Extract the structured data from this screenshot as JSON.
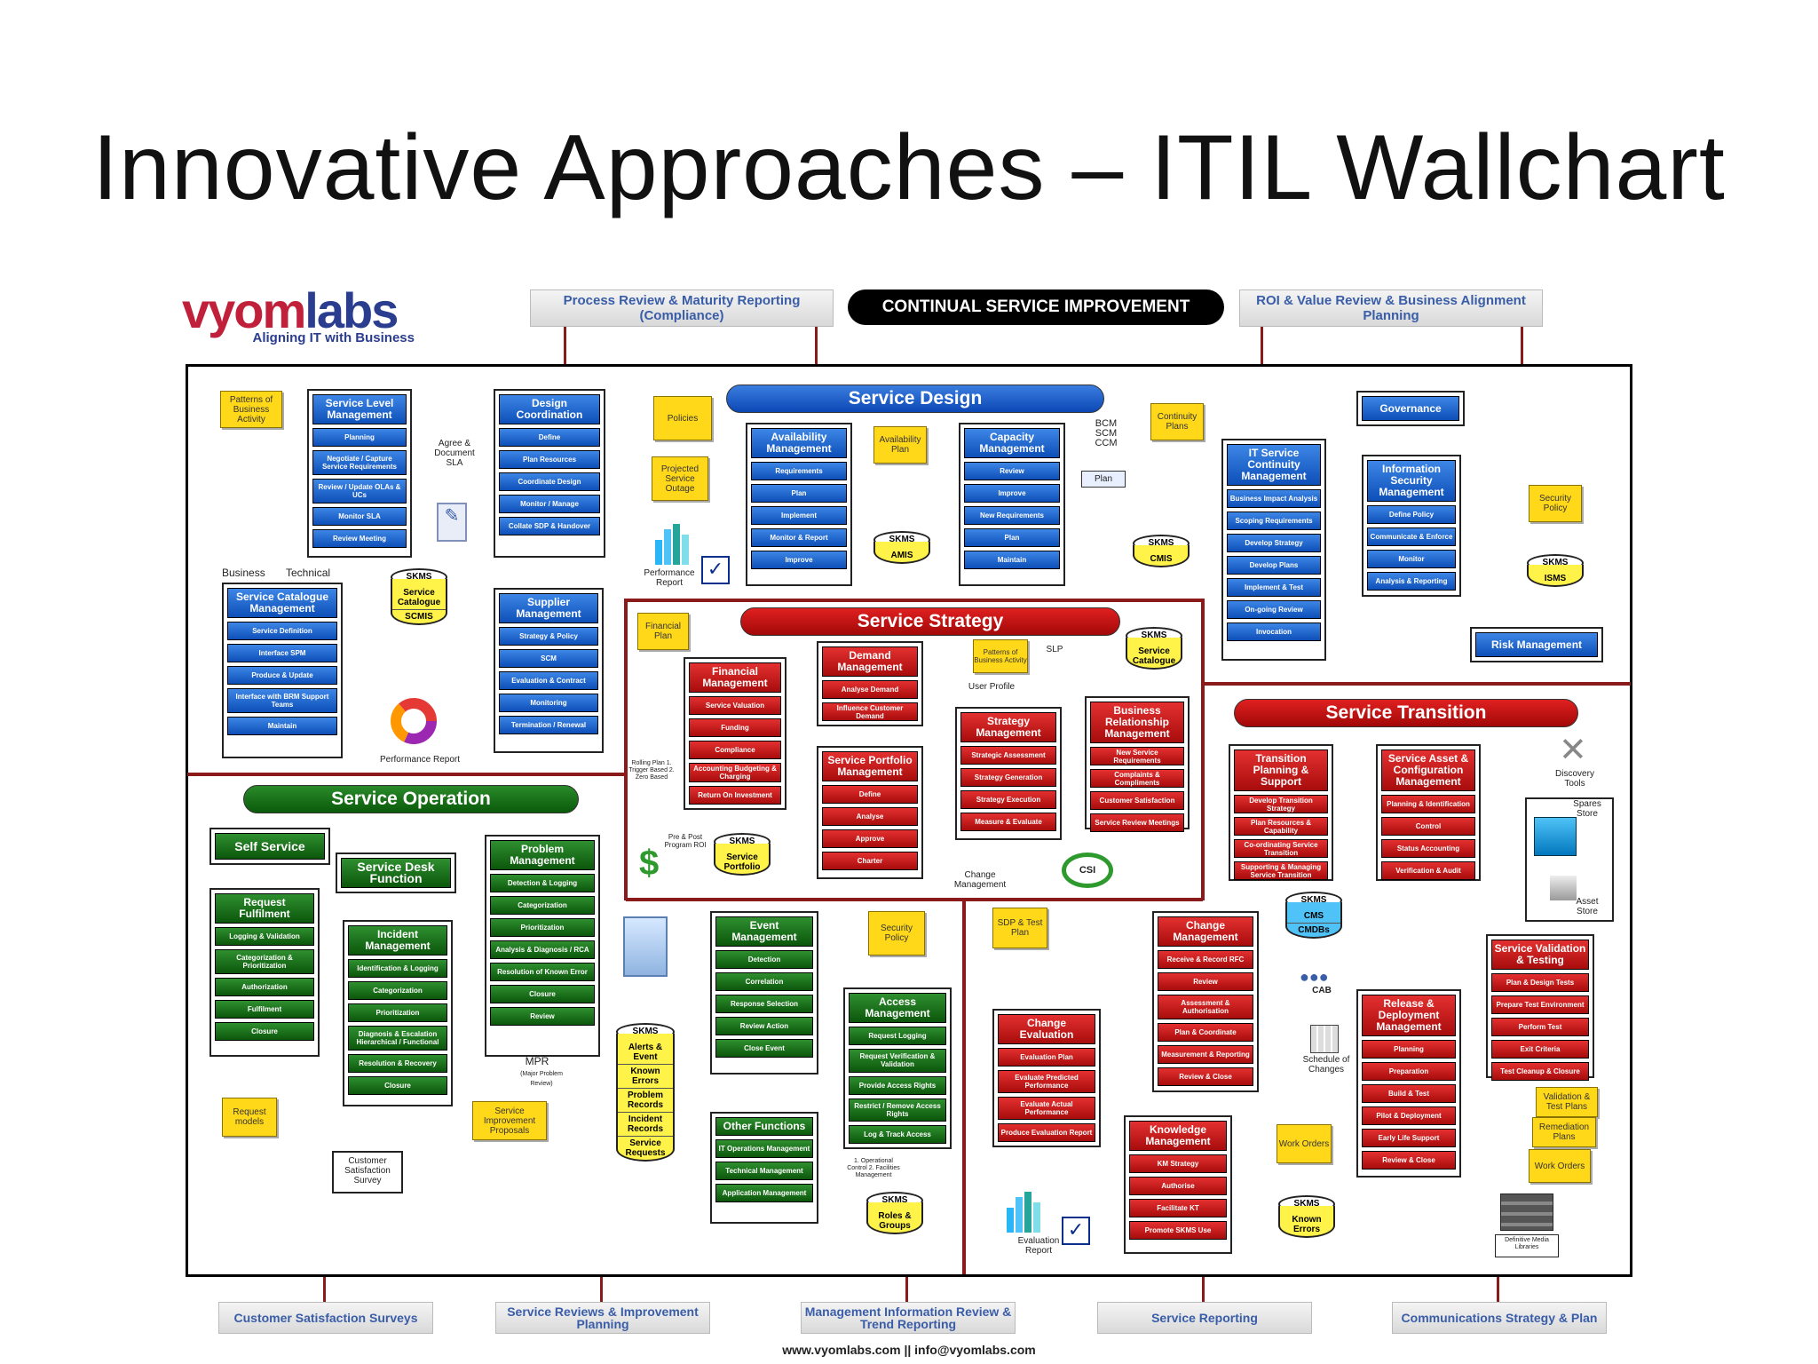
{
  "title": "Innovative Approaches – ITIL Wallchart",
  "logo": {
    "brand_a": "vy",
    "brand_b": "om",
    "brand_c": "labs",
    "tagline": "Aligning IT with Business"
  },
  "top_bars": {
    "process_review": "Process Review & Maturity Reporting (Compliance)",
    "csi": "CONTINUAL SERVICE IMPROVEMENT",
    "roi": "ROI & Value Review & Business Alignment Planning"
  },
  "sections": {
    "design": "Service Design",
    "strategy": "Service Strategy",
    "operation": "Service Operation",
    "transition": "Service Transition"
  },
  "processes": {
    "slm": {
      "title": "Service Level Management",
      "items": [
        "Planning",
        "Negotiate / Capture Service Requirements",
        "Review / Update OLAs & UCs",
        "Monitor SLA",
        "Review Meeting"
      ]
    },
    "design_coord": {
      "title": "Design Coordination",
      "items": [
        "Define",
        "Plan Resources",
        "Coordinate Design",
        "Monitor / Manage",
        "Collate SDP & Handover"
      ]
    },
    "availability": {
      "title": "Availability Management",
      "items": [
        "Requirements",
        "Plan",
        "Implement",
        "Monitor & Report",
        "Improve"
      ]
    },
    "capacity": {
      "title": "Capacity Management",
      "items": [
        "Review",
        "Improve",
        "New Requirements",
        "Plan",
        "Maintain"
      ]
    },
    "itscm": {
      "title": "IT Service Continuity Management",
      "items": [
        "Business Impact Analysis",
        "Scoping Requirements",
        "Develop Strategy",
        "Develop Plans",
        "Implement & Test",
        "On-going Review",
        "Invocation"
      ]
    },
    "infosec": {
      "title": "Information Security Management",
      "items": [
        "Define Policy",
        "Communicate & Enforce",
        "Monitor",
        "Analysis & Reporting"
      ]
    },
    "catalogue": {
      "title": "Service Catalogue Management",
      "items": [
        "Service Definition",
        "Interface SPM",
        "Produce & Update",
        "Interface with BRM Support Teams",
        "Maintain"
      ]
    },
    "supplier": {
      "title": "Supplier Management",
      "items": [
        "Strategy & Policy",
        "SCM",
        "Evaluation & Contract",
        "Monitoring",
        "Termination / Renewal"
      ]
    },
    "financial": {
      "title": "Financial Management",
      "items": [
        "Service Valuation",
        "Funding",
        "Compliance",
        "Accounting Budgeting & Charging",
        "Return On Investment"
      ]
    },
    "demand": {
      "title": "Demand Management",
      "items": [
        "Analyse Demand",
        "Influence Customer Demand"
      ]
    },
    "portfolio": {
      "title": "Service Portfolio Management",
      "items": [
        "Define",
        "Analyse",
        "Approve",
        "Charter"
      ]
    },
    "strategy_mgmt": {
      "title": "Strategy Management",
      "items": [
        "Strategic Assessment",
        "Strategy Generation",
        "Strategy Execution",
        "Measure & Evaluate"
      ]
    },
    "brm": {
      "title": "Business Relationship Management",
      "items": [
        "New Service Requirements",
        "Complaints & Compliments",
        "Customer Satisfaction",
        "Service Review Meetings"
      ]
    },
    "request": {
      "title": "Request Fulfilment",
      "items": [
        "Logging & Validation",
        "Categorization & Prioritization",
        "Authorization",
        "Fulfilment",
        "Closure"
      ]
    },
    "incident": {
      "title": "Incident Management",
      "items": [
        "Identification & Logging",
        "Categorization",
        "Prioritization",
        "Diagnosis & Escalation Hierarchical / Functional",
        "Resolution & Recovery",
        "Closure"
      ]
    },
    "problem": {
      "title": "Problem Management",
      "items": [
        "Detection & Logging",
        "Categorization",
        "Prioritization",
        "Analysis & Diagnosis / RCA",
        "Resolution of Known Error",
        "Closure",
        "Review"
      ]
    },
    "event": {
      "title": "Event Management",
      "items": [
        "Detection",
        "Correlation",
        "Response Selection",
        "Review Action",
        "Close Event"
      ]
    },
    "access": {
      "title": "Access Management",
      "items": [
        "Request Logging",
        "Request Verification & Validation",
        "Provide Access Rights",
        "Restrict / Remove Access Rights",
        "Log & Track Access"
      ]
    },
    "other": {
      "title": "Other Functions",
      "items": [
        "IT Operations Management",
        "Technical Management",
        "Application Management"
      ]
    },
    "tpsp": {
      "title": "Transition Planning & Support",
      "items": [
        "Develop Transition Strategy",
        "Plan Resources & Capability",
        "Co-ordinating Service Transition",
        "Supporting & Managing Service Transition"
      ]
    },
    "sacm": {
      "title": "Service Asset & Configuration Management",
      "items": [
        "Planning & Identification",
        "Control",
        "Status Accounting",
        "Verification & Audit"
      ]
    },
    "change": {
      "title": "Change Management",
      "items": [
        "Receive & Record RFC",
        "Review",
        "Assessment & Authorisation",
        "Plan & Coordinate",
        "Measurement & Reporting",
        "Review & Close"
      ]
    },
    "change_eval": {
      "title": "Change Evaluation",
      "items": [
        "Evaluation Plan",
        "Evaluate Predicted Performance",
        "Evaluate Actual Performance",
        "Produce Evaluation Report"
      ]
    },
    "knowledge": {
      "title": "Knowledge Management",
      "items": [
        "KM Strategy",
        "Authorise",
        "Facilitate KT",
        "Promote SKMS Use"
      ]
    },
    "release": {
      "title": "Release & Deployment Management",
      "items": [
        "Planning",
        "Preparation",
        "Build & Test",
        "Pilot & Deployment",
        "Early Life Support",
        "Review & Close"
      ]
    },
    "validation": {
      "title": "Service Validation & Testing",
      "items": [
        "Plan & Design Tests",
        "Prepare Test Environment",
        "Perform Test",
        "Exit Criteria",
        "Test Cleanup & Closure"
      ]
    }
  },
  "single_boxes": {
    "governance": "Governance",
    "risk": "Risk Management",
    "self_service": "Self Service",
    "service_desk": "Service Desk Function"
  },
  "notes": {
    "patterns": "Patterns of Business Activity",
    "policies": "Policies",
    "projected": "Projected Service Outage",
    "avail_plan": "Availability Plan",
    "continuity": "Continuity Plans",
    "security_policy_1": "Security Policy",
    "financial_plan": "Financial Plan",
    "request_models": "Request models",
    "sip": "Service Improvement Proposals",
    "security_policy_2": "Security Policy",
    "sdp": "SDP & Test Plan",
    "work_orders_1": "Work Orders",
    "validation_plans": "Validation & Test Plans",
    "remediation": "Remediation Plans",
    "work_orders_2": "Work Orders"
  },
  "databases": {
    "db1": {
      "head": "SKMS",
      "rows": [
        "Service Catalogue",
        "SCMIS"
      ]
    },
    "db2": {
      "head": "SKMS",
      "rows": [
        "AMIS"
      ]
    },
    "db3": {
      "head": "SKMS",
      "rows": [
        "CMIS"
      ]
    },
    "db4": {
      "head": "SKMS",
      "rows": [
        "ISMS"
      ]
    },
    "db5": {
      "head": "SKMS",
      "rows": [
        "Service Catalogue"
      ]
    },
    "db6": {
      "head": "SKMS",
      "rows": [
        "Service Portfolio"
      ]
    },
    "db7": {
      "head": "SKMS",
      "rows": [
        "Alerts & Event",
        "Known Errors",
        "Problem Records",
        "Incident Records",
        "Service Requests"
      ]
    },
    "db8": {
      "head": "SKMS",
      "rows": [
        "Roles & Groups"
      ]
    },
    "db9": {
      "head": "SKMS",
      "rows": [
        "CMS",
        "CMDBs"
      ]
    },
    "db10": {
      "head": "SKMS",
      "rows": [
        "Known Errors"
      ]
    }
  },
  "labels": {
    "agree": "Agree & Document SLA",
    "bcm": "BCM SCM CCM",
    "plan": "Plan",
    "perf_report_1": "Performance Report",
    "perf_report_2": "Performance Report",
    "business": "Business",
    "technical": "Technical",
    "slp": "SLP",
    "user_profile": "User Profile",
    "pbas": "Patterns of Business Activity",
    "rolling": "Rolling Plan 1. Trigger Based 2. Zero Based",
    "pre_post": "Pre & Post Program ROI",
    "change_mgmt": "Change Management",
    "csi_icon": "CSI",
    "mpr": "MPR",
    "mpr_sub": "(Major Problem Review)",
    "survey": "Customer Satisfaction Survey",
    "op_control": "1. Operational Control 2. Facilities Management",
    "eval_report": "Evaluation Report",
    "cab": "CAB",
    "schedule": "Schedule of Changes",
    "discovery": "Discovery Tools",
    "spares": "Spares Store",
    "asset": "Asset Store",
    "dml": "Definitive Media Libraries"
  },
  "bottom_bars": {
    "b1": "Customer Satisfaction Surveys",
    "b2": "Service Reviews & Improvement Planning",
    "b3": "Management Information Review & Trend Reporting",
    "b4": "Service Reporting",
    "b5": "Communications Strategy & Plan"
  },
  "footer": "www.vyomlabs.com  ||  info@vyomlabs.com"
}
